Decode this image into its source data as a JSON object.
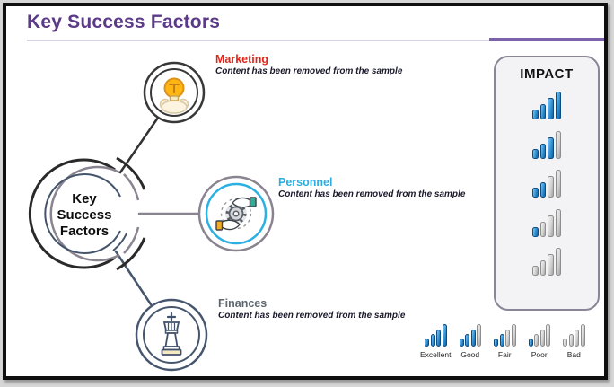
{
  "slide": {
    "title": "Key Success Factors"
  },
  "colors": {
    "title": "#5b3a87",
    "rule_accent": "#7c61ab",
    "marketing_label": "#e1251b",
    "personnel_label": "#2aaee4",
    "finances_label": "#5e6770",
    "bar_blue": "#1e78c0",
    "bar_gray": "#b9b9b9"
  },
  "diagram": {
    "center": {
      "label_lines": [
        "Key",
        "Success",
        "Factors"
      ]
    },
    "nodes": [
      {
        "id": "marketing",
        "label": "Marketing",
        "label_color": "#e1251b",
        "description": "Content has been removed from the sample",
        "icon": "lightbulb-cloud-icon"
      },
      {
        "id": "personnel",
        "label": "Personnel",
        "label_color": "#2aaee4",
        "description": "Content has been removed from the sample",
        "icon": "hands-gear-icon"
      },
      {
        "id": "finances",
        "label": "Finances",
        "label_color": "#5e6770",
        "description": "Content has been removed from the sample",
        "icon": "chess-king-icon"
      }
    ]
  },
  "impact_panel": {
    "title": "IMPACT",
    "bars_per_icon": 4,
    "levels": [
      {
        "name": "excellent",
        "blue_bars": 4
      },
      {
        "name": "good",
        "blue_bars": 3
      },
      {
        "name": "fair",
        "blue_bars": 2
      },
      {
        "name": "poor",
        "blue_bars": 1
      },
      {
        "name": "bad",
        "blue_bars": 0
      }
    ]
  },
  "legend": {
    "items": [
      {
        "label": "Excellent",
        "blue_bars": 4
      },
      {
        "label": "Good",
        "blue_bars": 3
      },
      {
        "label": "Fair",
        "blue_bars": 2
      },
      {
        "label": "Poor",
        "blue_bars": 1
      },
      {
        "label": "Bad",
        "blue_bars": 0
      }
    ]
  }
}
